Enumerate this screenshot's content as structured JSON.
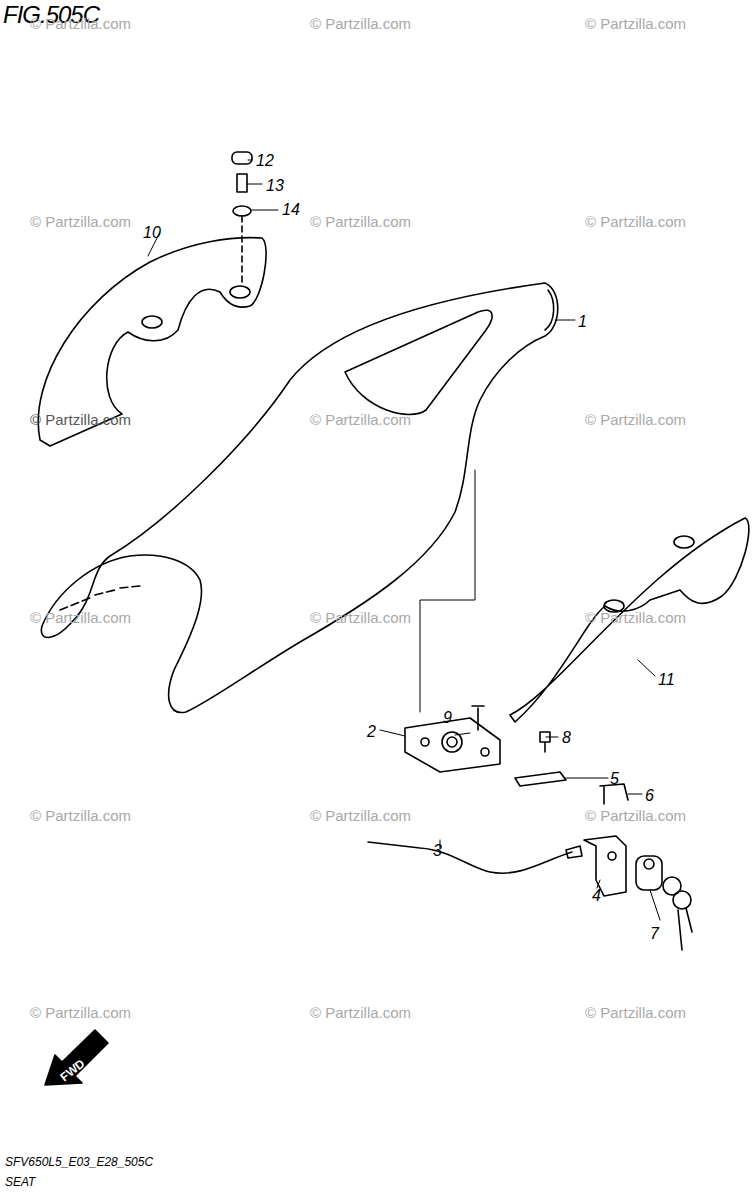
{
  "diagram": {
    "title": "FIG.505C",
    "labels": [
      "1",
      "2",
      "3",
      "4",
      "5",
      "6",
      "7",
      "8",
      "9",
      "10",
      "11",
      "12",
      "13",
      "14",
      "© Partzilla.com",
      "© Partzilla.com",
      "© Partzilla.com",
      "© Partzilla.com",
      "© Partzilla.com",
      "© Partzilla.com",
      "© Partzilla.com",
      "© Partzilla.com",
      "© Partzilla.com",
      "© Partzilla.com",
      "© Partzilla.com",
      "© Partzilla.com",
      "© Partzilla.com",
      "© Partzilla.com",
      "© Partzilla.com",
      "© Partzilla.com",
      "© Partzilla.com",
      "© Partzilla.com",
      "FWD",
      "SFV650L5_E03_E28_505C",
      "SEAT"
    ]
  }
}
